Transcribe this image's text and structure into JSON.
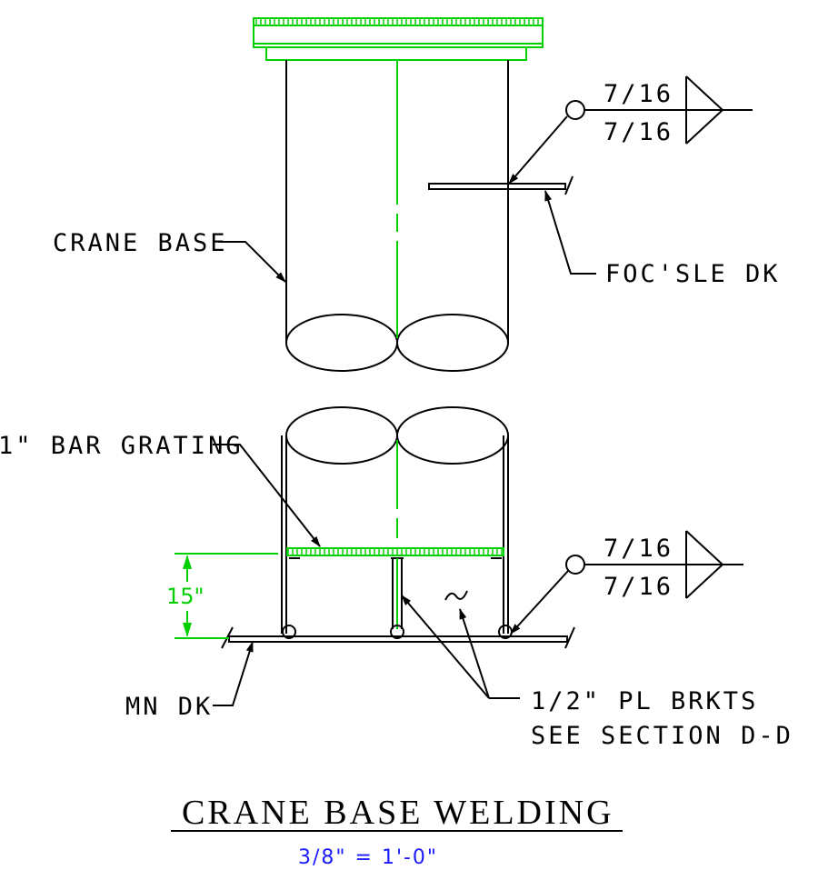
{
  "top_view": {
    "weld_top": "7/16",
    "weld_bottom": "7/16",
    "label_crane_base": "CRANE BASE",
    "label_focsle": "FOC'SLE DK"
  },
  "bottom_view": {
    "label_bar_grating": "1\" BAR GRATING",
    "dimension": "15\"",
    "weld_top": "7/16",
    "weld_bottom": "7/16",
    "label_mn_dk": "MN DK",
    "label_brackets_line1": "1/2\" PL BRKTS",
    "label_brackets_line2": "SEE SECTION D-D"
  },
  "title": "CRANE BASE WELDING",
  "scale": "3/8\" = 1'-0\"",
  "colors": {
    "line": "#000000",
    "highlight": "#00d000",
    "scale_text": "#1a1aff"
  }
}
